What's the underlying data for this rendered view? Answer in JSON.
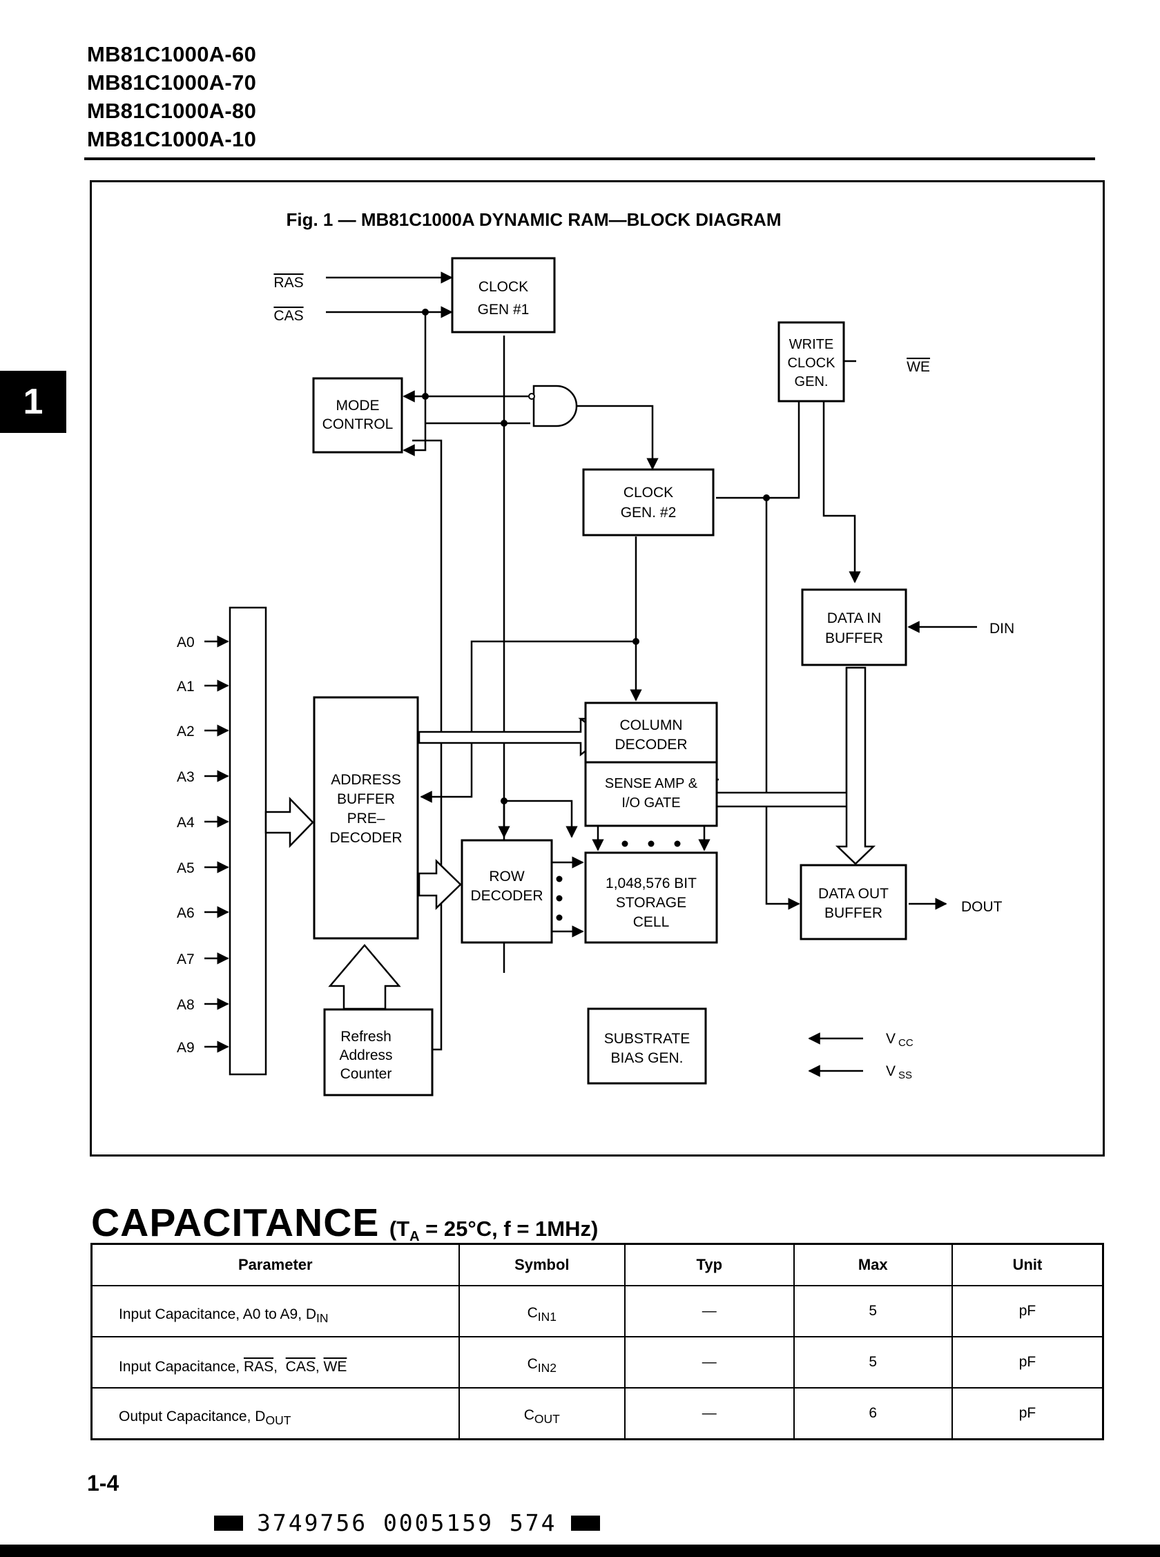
{
  "header": {
    "part_numbers": [
      "MB81C1000A-60",
      "MB81C1000A-70",
      "MB81C1000A-80",
      "MB81C1000A-10"
    ]
  },
  "section_tab": "1",
  "figure": {
    "title": "Fig. 1 — MB81C1000A DYNAMIC RAM—BLOCK DIAGRAM",
    "signals": {
      "ras": "RAS",
      "cas": "CAS",
      "we": "WE",
      "din": "DIN",
      "dout": "DOUT",
      "vcc": "V",
      "vcc_sub": "CC",
      "vss": "V",
      "vss_sub": "SS"
    },
    "address_pins": [
      "A0",
      "A1",
      "A2",
      "A3",
      "A4",
      "A5",
      "A6",
      "A7",
      "A8",
      "A9"
    ],
    "blocks": {
      "clock_gen1": [
        "CLOCK",
        "GEN #1"
      ],
      "write_clock_gen": [
        "WRITE",
        "CLOCK",
        "GEN."
      ],
      "mode_control": [
        "MODE",
        "CONTROL"
      ],
      "clock_gen2": [
        "CLOCK",
        "GEN. #2"
      ],
      "data_in_buffer": [
        "DATA IN",
        "BUFFER"
      ],
      "column_decoder": [
        "COLUMN",
        "DECODER"
      ],
      "sense_amp": [
        "SENSE AMP &",
        "I/O GATE"
      ],
      "address_buffer": [
        "ADDRESS",
        "BUFFER",
        "PRE–",
        "DECODER"
      ],
      "row_decoder": [
        "ROW",
        "DECODER"
      ],
      "storage_cell": [
        "1,048,576 BIT",
        "STORAGE",
        "CELL"
      ],
      "data_out_buffer": [
        "DATA OUT",
        "BUFFER"
      ],
      "refresh_counter": [
        "Refresh",
        "Address",
        "Counter"
      ],
      "substrate_bias": [
        "SUBSTRATE",
        "BIAS GEN."
      ]
    }
  },
  "capacitance": {
    "title": "CAPACITANCE",
    "condition_prefix": "(T",
    "condition_sub": "A",
    "condition_suffix": " = 25°C, f = 1MHz)",
    "columns": [
      "Parameter",
      "Symbol",
      "Typ",
      "Max",
      "Unit"
    ],
    "rows": [
      {
        "param": "Input Capacitance, A0 to A9, D",
        "param_sub": "IN",
        "symbol": "C",
        "symbol_sub": "IN1",
        "typ": "—",
        "max": "5",
        "unit": "pF"
      },
      {
        "param_prefix": "Input Capacitance, ",
        "ras": "RAS",
        "sep1": ",  ",
        "cas": "CAS",
        "sep2": ", ",
        "we": "WE",
        "symbol": "C",
        "symbol_sub": "IN2",
        "typ": "—",
        "max": "5",
        "unit": "pF"
      },
      {
        "param": "Output Capacitance, D",
        "param_sub": "OUT",
        "symbol": "C",
        "symbol_sub": "OUT",
        "typ": "—",
        "max": "6",
        "unit": "pF"
      }
    ]
  },
  "footer": {
    "page": "1-4",
    "barcode_text": "3749756 0005159 574"
  }
}
